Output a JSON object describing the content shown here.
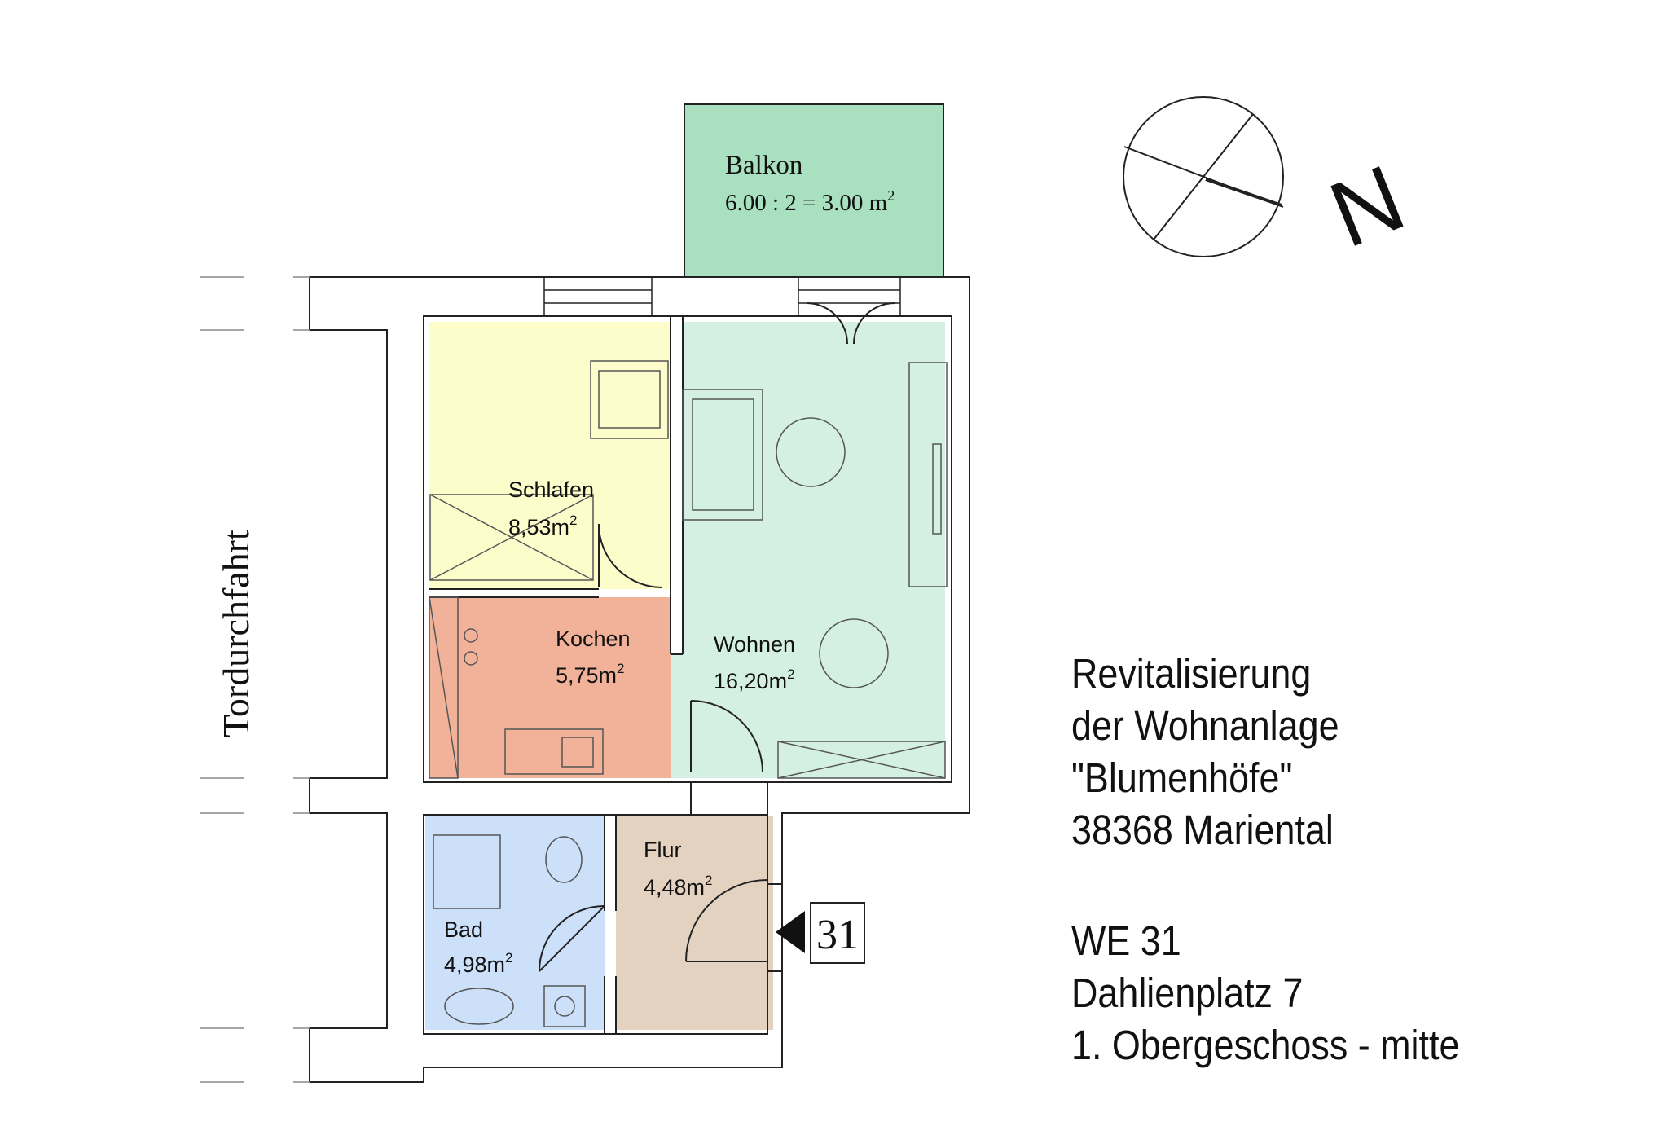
{
  "rooms": {
    "balkon": {
      "name": "Balkon",
      "area": "6.00 : 2 = 3.00 m",
      "sup": "2"
    },
    "schlafen": {
      "name": "Schlafen",
      "area": "8,53m",
      "sup": "2"
    },
    "kochen": {
      "name": "Kochen",
      "area": "5,75m",
      "sup": "2"
    },
    "wohnen": {
      "name": "Wohnen",
      "area": "16,20m",
      "sup": "2"
    },
    "flur": {
      "name": "Flur",
      "area": "4,48m",
      "sup": "2"
    },
    "bad": {
      "name": "Bad",
      "area": "4,98m",
      "sup": "2"
    }
  },
  "passage_label": "Tordurchfahrt",
  "entrance_label": "31",
  "north_symbol": "N",
  "project": {
    "line1": "Revitalisierung",
    "line2": "der Wohnanlage",
    "line3": "\"Blumenhöfe\"",
    "line4": "38368 Mariental"
  },
  "unit": {
    "line1": "WE 31",
    "line2": "Dahlienplatz 7",
    "line3": "1. Obergeschoss - mitte"
  },
  "colors": {
    "balkon": "#a8e0c0",
    "schlafen": "#fdfdcc",
    "kochen": "#f2b29a",
    "wohnen": "#d4f0e2",
    "flur": "#e4d2c0",
    "bad": "#cce0fa",
    "line": "#222222"
  },
  "icons": [
    "compass-icon",
    "north-arrow-icon",
    "entrance-arrow-icon"
  ]
}
